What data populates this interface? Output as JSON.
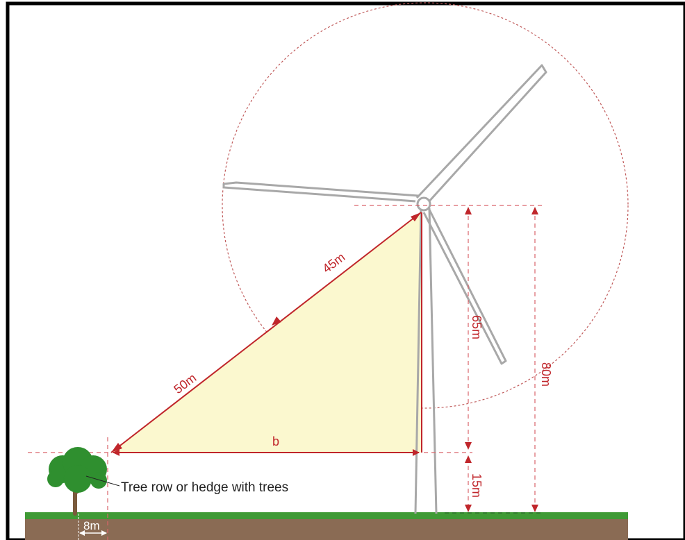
{
  "labels": {
    "hub_to_target": "45m",
    "target_to_tree": "50m",
    "horizontal_distance": "b",
    "hub_above_reference": "65m",
    "hub_height": "80m",
    "reference_height": "15m",
    "tree_width": "8m",
    "tree_caption": "Tree row or hedge with trees"
  },
  "colors": {
    "dimension": "#c0262b",
    "triangle_fill": "#fbf8cf",
    "turbine": "#a8a8a8",
    "rotor_circle": "#c05a5a",
    "grass": "#3f9a35",
    "soil": "#8a6b54",
    "tree_canopy": "#2f8f2f",
    "tree_trunk": "#7a5a3c",
    "frame": "#000000"
  },
  "icons": {
    "turbine": "wind-turbine-icon",
    "tree": "tree-icon"
  }
}
